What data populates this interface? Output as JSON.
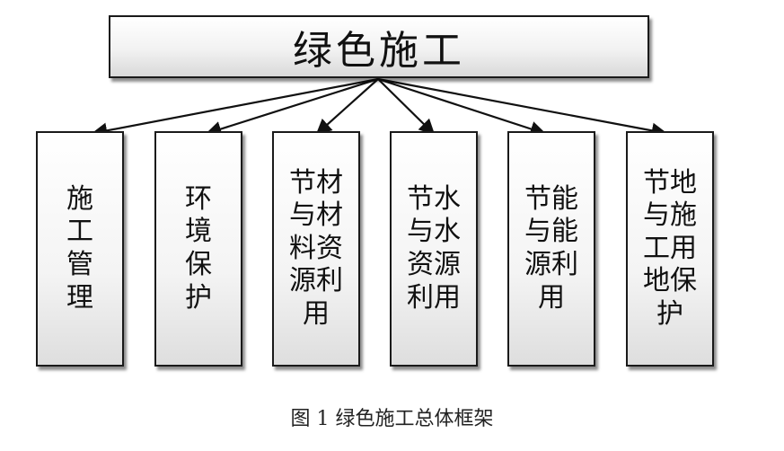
{
  "diagram": {
    "root": {
      "label": "绿色施工"
    },
    "children": [
      {
        "id": "mgmt",
        "label": "施\n工\n管\n理"
      },
      {
        "id": "env",
        "label": "环\n境\n保\n护"
      },
      {
        "id": "material",
        "label": "节材\n与材\n料资\n源利\n用"
      },
      {
        "id": "water",
        "label": "节水\n与水\n资源\n利用"
      },
      {
        "id": "energy",
        "label": "节能\n与能\n源利\n用"
      },
      {
        "id": "land",
        "label": "节地\n与施\n工用\n地保\n护"
      }
    ],
    "caption": "图 1   绿色施工总体框架"
  }
}
